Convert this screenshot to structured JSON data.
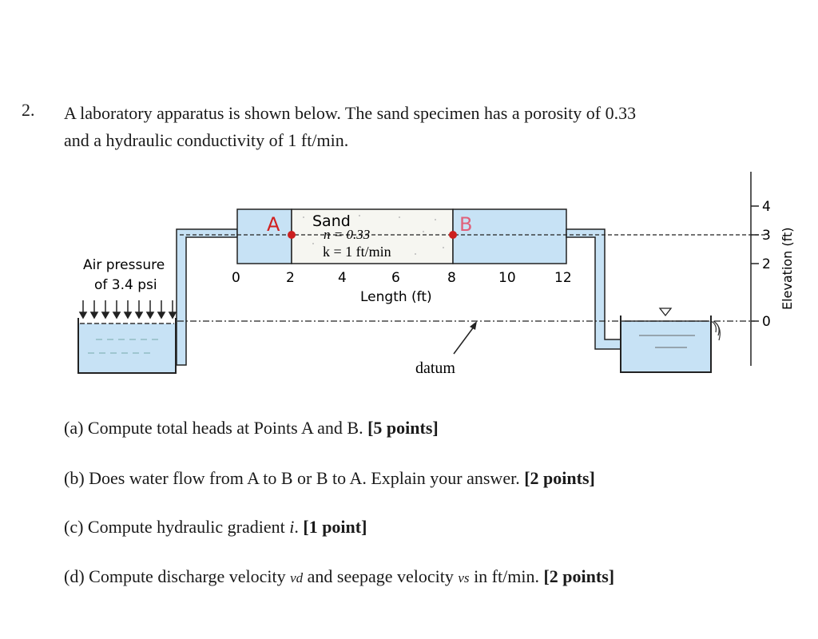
{
  "question": {
    "number": "2.",
    "text_line1": "A laboratory apparatus is shown below.  The sand specimen has a porosity of 0.33",
    "text_line2": "and a hydraulic conductivity of 1 ft/min."
  },
  "figure": {
    "point_a": "A",
    "point_b": "B",
    "sand_label": "Sand",
    "porosity_label": "n = 0.33",
    "conductivity_label": "k = 1 ft/min",
    "air_pressure_line1": "Air pressure",
    "air_pressure_line2": "of 3.4 psi",
    "length_ticks": [
      "0",
      "2",
      "4",
      "6",
      "8",
      "10",
      "12"
    ],
    "length_axis_label": "Length (ft)",
    "elevation_ticks": [
      "4",
      "3",
      "2",
      "0"
    ],
    "elevation_axis_label": "Elevation (ft)",
    "datum_label": "datum",
    "colors": {
      "water": "#c7e2f5",
      "outline": "#222222",
      "point": "#cc1f1f",
      "label_a": "#d12020",
      "label_b": "#e0607a"
    }
  },
  "parts": [
    {
      "prefix": "(a) Compute total heads at Points A and B. ",
      "points": "[5 points]"
    },
    {
      "prefix": "(b) Does water flow from A to B or B to A.  Explain your answer. ",
      "points": "[2 points]"
    },
    {
      "prefix": "(c) Compute hydraulic gradient ",
      "var": "i",
      "suffix": ". ",
      "points": "[1 point]"
    },
    {
      "prefix": "(d) Compute discharge velocity ",
      "var": "vd",
      "mid": " and seepage velocity ",
      "var2": "vs",
      "suffix": " in ft/min. ",
      "points": "[2 points]"
    }
  ]
}
